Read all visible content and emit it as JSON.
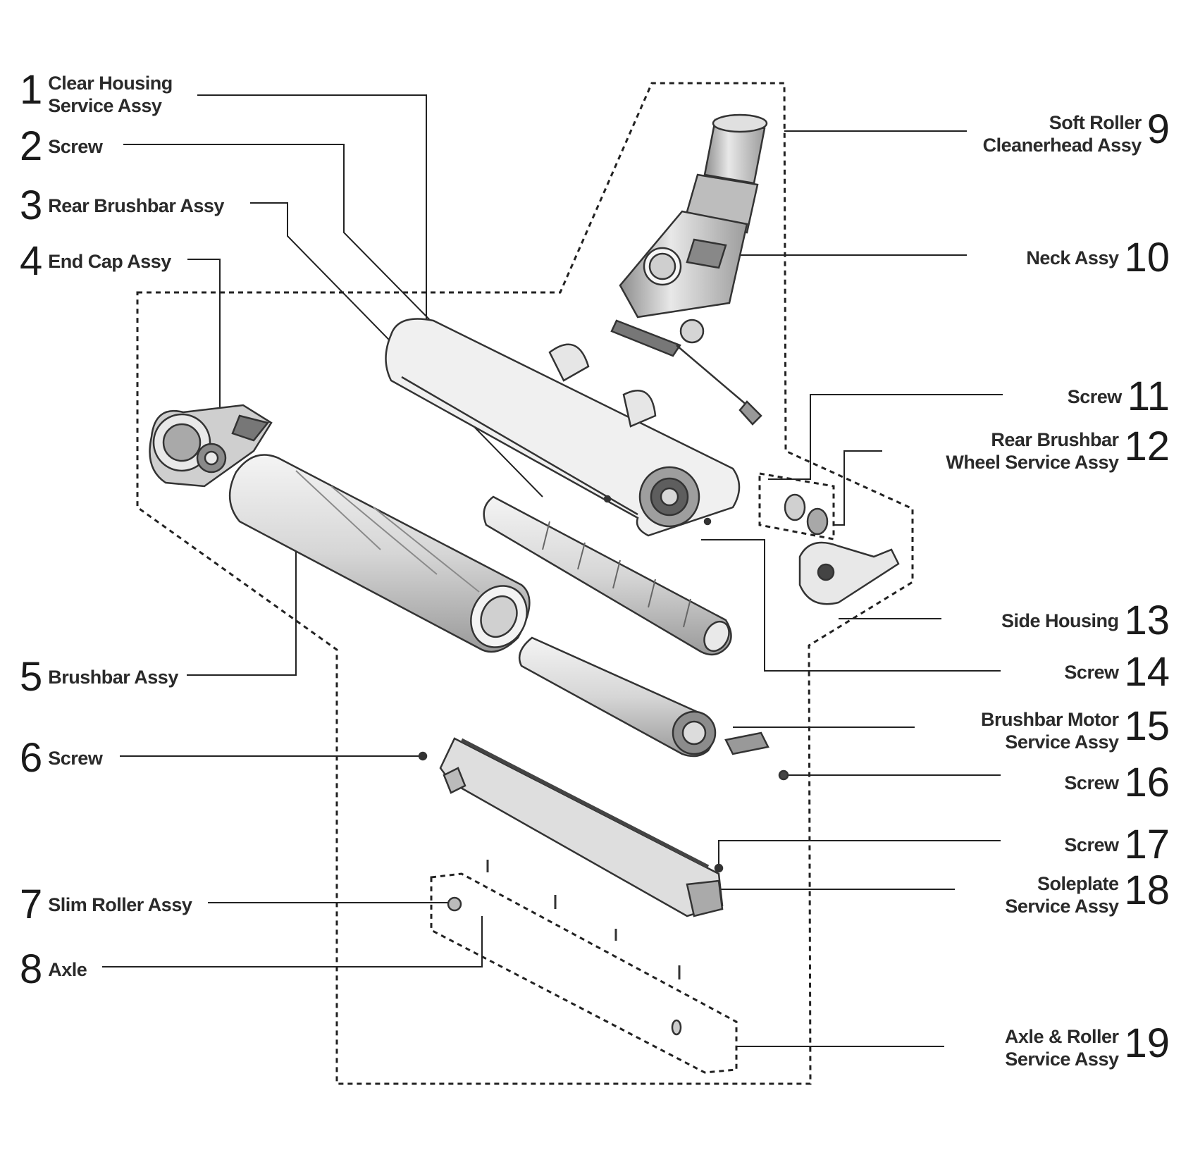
{
  "callouts_left": [
    {
      "num": "1",
      "lines": [
        "Clear Housing",
        "Service Assy"
      ]
    },
    {
      "num": "2",
      "lines": [
        "Screw"
      ]
    },
    {
      "num": "3",
      "lines": [
        "Rear Brushbar Assy"
      ]
    },
    {
      "num": "4",
      "lines": [
        "End Cap Assy"
      ]
    },
    {
      "num": "5",
      "lines": [
        "Brushbar Assy"
      ]
    },
    {
      "num": "6",
      "lines": [
        "Screw"
      ]
    },
    {
      "num": "7",
      "lines": [
        "Slim Roller Assy"
      ]
    },
    {
      "num": "8",
      "lines": [
        "Axle"
      ]
    }
  ],
  "callouts_right": [
    {
      "num": "9",
      "lines": [
        "Soft Roller",
        "Cleanerhead Assy"
      ]
    },
    {
      "num": "10",
      "lines": [
        "Neck Assy"
      ]
    },
    {
      "num": "11",
      "lines": [
        "Screw"
      ]
    },
    {
      "num": "12",
      "lines": [
        "Rear Brushbar",
        "Wheel Service Assy"
      ]
    },
    {
      "num": "13",
      "lines": [
        "Side Housing"
      ]
    },
    {
      "num": "14",
      "lines": [
        "Screw"
      ]
    },
    {
      "num": "15",
      "lines": [
        "Brushbar Motor",
        "Service Assy"
      ]
    },
    {
      "num": "16",
      "lines": [
        "Screw"
      ]
    },
    {
      "num": "17",
      "lines": [
        "Screw"
      ]
    },
    {
      "num": "18",
      "lines": [
        "Soleplate",
        "Service Assy"
      ]
    },
    {
      "num": "19",
      "lines": [
        "Axle & Roller",
        "Service Assy"
      ]
    }
  ]
}
